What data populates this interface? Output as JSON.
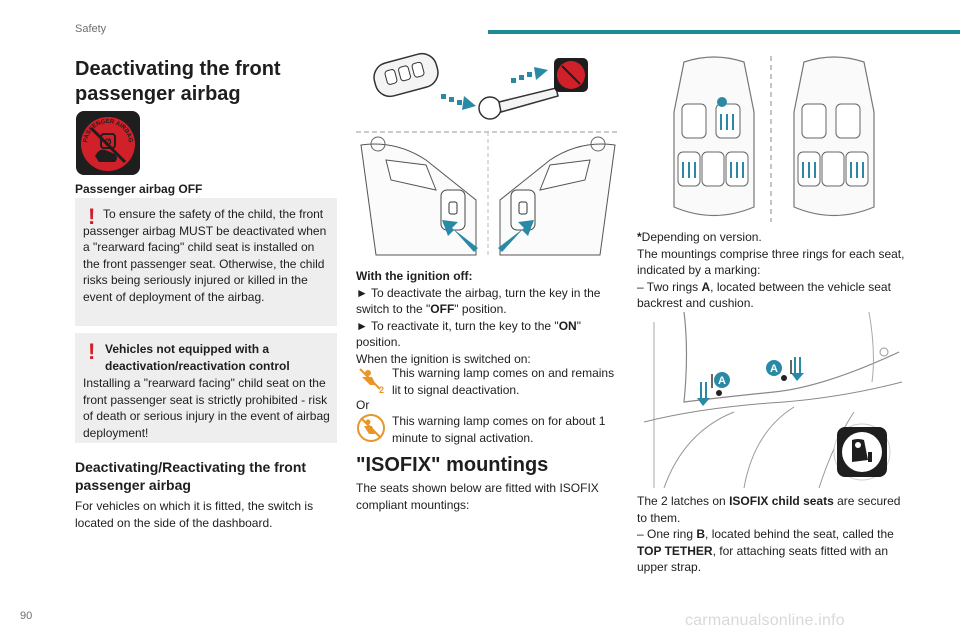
{
  "header": {
    "section": "Safety",
    "page_number": "90"
  },
  "col1": {
    "title": "Deactivating the front passenger airbag",
    "icon_caption": "Passenger airbag OFF",
    "icon_text": "PASSENGER AIRBAG",
    "warning1": "To ensure the safety of the child, the front passenger airbag MUST be deactivated when a \"rearward facing\" child seat is installed on the front passenger seat. Otherwise, the child risks being seriously injured or killed in the event of deployment of the airbag.",
    "warning2_title": "Vehicles not equipped with a deactivation/reactivation control",
    "warning2_body": "Installing a \"rearward facing\" child seat on the front passenger seat is strictly prohibited - risk of death or serious injury in the event of airbag deployment!",
    "subtitle": "Deactivating/Reactivating the front passenger airbag",
    "body": "For vehicles on which it is fitted, the switch is located on the side of the dashboard."
  },
  "col2": {
    "ignition_off": "With the ignition off:",
    "step1_pre": "► To deactivate the airbag, turn the key in the switch to the \"",
    "step1_bold": "OFF",
    "step1_post": "\" position.",
    "step2_pre": "► To reactivate it, turn the key to the \"",
    "step2_bold": "ON",
    "step2_post": "\" position.",
    "ignition_on": "When the ignition is switched on:",
    "lamp1": "This warning lamp comes on and remains lit to signal deactivation.",
    "or": "Or",
    "lamp2": "This warning lamp comes on for about 1 minute to signal activation.",
    "isofix_title": "\"ISOFIX\" mountings",
    "isofix_body": "The seats shown below are fitted with ISOFIX compliant mountings:"
  },
  "col3": {
    "depending_star": "*",
    "depending": "Depending on version.",
    "rings_intro": "The mountings comprise three rings for each seat, indicated by a marking:",
    "rings_a_pre": "– Two rings ",
    "rings_a_bold": "A",
    "rings_a_post": ", located between the vehicle seat backrest and cushion.",
    "label_a": "A",
    "latches_pre": "The 2 latches on ",
    "latches_bold": "ISOFIX child seats",
    "latches_post": " are secured to them.",
    "ring_b_pre": "– One ring ",
    "ring_b_bold": "B",
    "ring_b_mid": ", located behind the seat, called the ",
    "ring_b_bold2": "TOP TETHER",
    "ring_b_post": ", for attaching seats fitted with an upper strap."
  },
  "watermark": "carmanualsonline.info",
  "colors": {
    "accent": "#1d8a96",
    "warning": "#d0202a",
    "box_bg": "#eeeeee",
    "lamp": "#e8952a",
    "arrow": "#2a8aa6"
  }
}
